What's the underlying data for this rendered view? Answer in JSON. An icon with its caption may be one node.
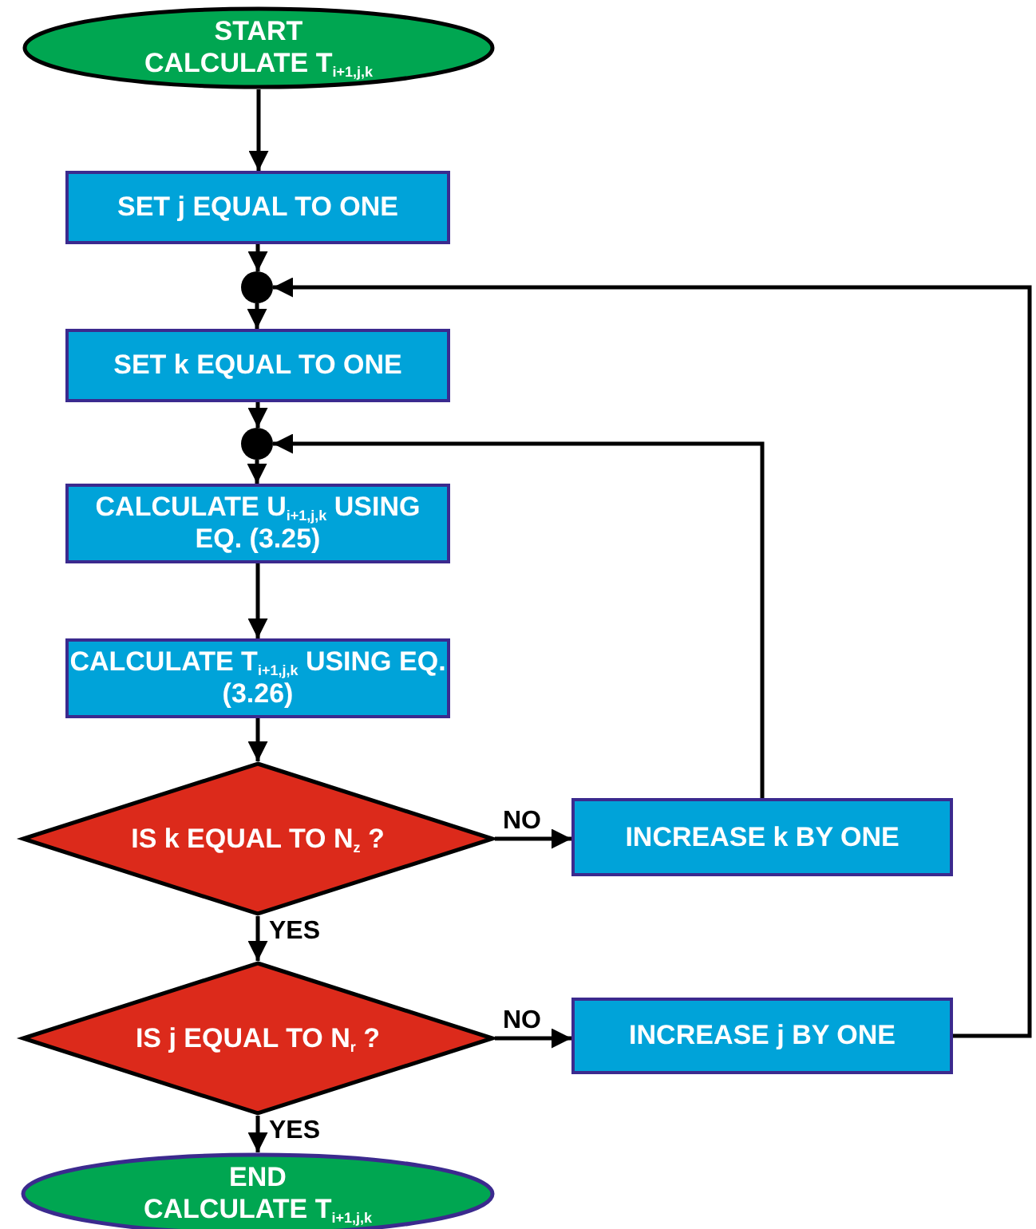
{
  "diagram": {
    "nodes": [
      {
        "text": [
          "START",
          "CALCULATE T$_{i+1,j,k}$"
        ]
      },
      {
        "text": [
          "SET j EQUAL TO ONE"
        ]
      },
      {
        "text": [],
        "shape": "circle"
      },
      {
        "text": [
          "SET k EQUAL TO ONE"
        ]
      },
      {
        "text": [],
        "shape": "circle"
      },
      {
        "text": [
          "CALCULATE U$_{i+1,j,k}$ USING EQ. (3.25)"
        ]
      },
      {
        "text": [
          "CALCULATE T$_{i+1,j,k}$ USING EQ. (3.26)"
        ]
      },
      {
        "text": [
          "IS k EQUAL TO N$_{z}$ ?"
        ]
      },
      {
        "text": [
          "INCREASE k BY ONE"
        ]
      },
      {
        "text": [
          "IS j EQUAL TO N$_{r}$ ?"
        ]
      },
      {
        "text": [
          "INCREASE j BY ONE"
        ]
      },
      {
        "text": [
          "END",
          "CALCULATE T$_{i+1,j,k}$"
        ]
      }
    ],
    "edges": [
      {
        "from": 0,
        "to": 1,
        "arrow": "to"
      },
      {
        "from": 1,
        "to": 2,
        "arrow": "to"
      },
      {
        "from": 2,
        "to": 3,
        "arrow": "to"
      },
      {
        "from": 3,
        "to": 4,
        "arrow": "to"
      },
      {
        "from": 4,
        "to": 5,
        "arrow": "to"
      },
      {
        "from": 5,
        "to": 6,
        "arrow": "to"
      },
      {
        "from": 6,
        "to": 7,
        "arrow": "to"
      },
      {
        "from": 7,
        "to": 8,
        "label": "NO",
        "arrow": "to"
      },
      {
        "from": 7,
        "to": 9,
        "label": "YES",
        "arrow": "to"
      },
      {
        "from": 9,
        "to": 10,
        "label": "NO",
        "arrow": "to"
      },
      {
        "from": 9,
        "to": 11,
        "label": "YES",
        "arrow": "to"
      },
      {
        "from": 8,
        "to": 4,
        "arrow": "to"
      },
      {
        "from": 10,
        "to": 2,
        "arrow": "to"
      }
    ]
  }
}
